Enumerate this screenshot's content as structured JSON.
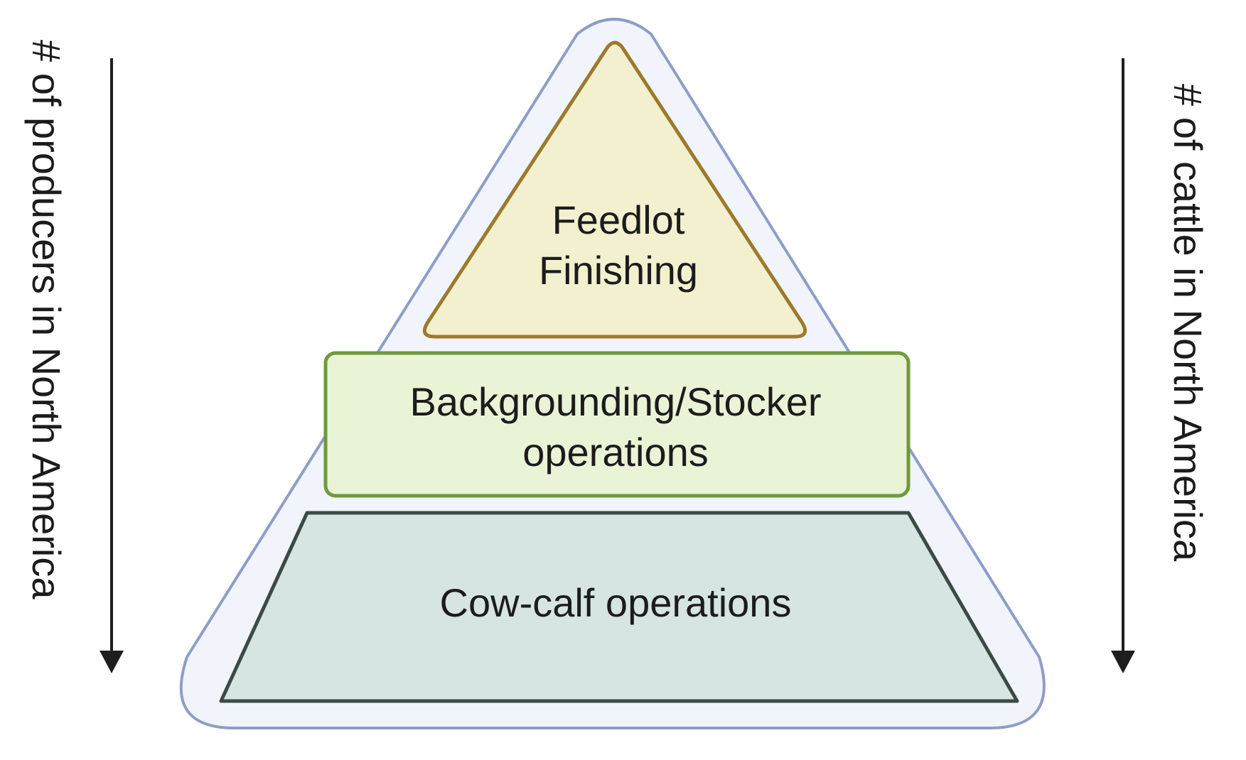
{
  "diagram": {
    "left_axis_label": "# of producers in North America",
    "right_axis_label": "# of cattle in North America",
    "tiers": {
      "top": {
        "line1": "Feedlot",
        "line2": "Finishing"
      },
      "middle": {
        "line1": "Backgrounding/Stocker",
        "line2": "operations"
      },
      "bottom": {
        "line1": "Cow-calf operations"
      }
    },
    "colors": {
      "outer_fill": "#f1f4fa",
      "outer_stroke": "#8e9dc8",
      "top_fill": "#f3f0cf",
      "top_stroke": "#9c7a2c",
      "middle_fill": "#e9f3d6",
      "middle_stroke": "#6f9a3a",
      "bottom_fill": "#d6e5e1",
      "bottom_stroke": "#3b4a44",
      "arrow": "#1e1e1e"
    }
  }
}
